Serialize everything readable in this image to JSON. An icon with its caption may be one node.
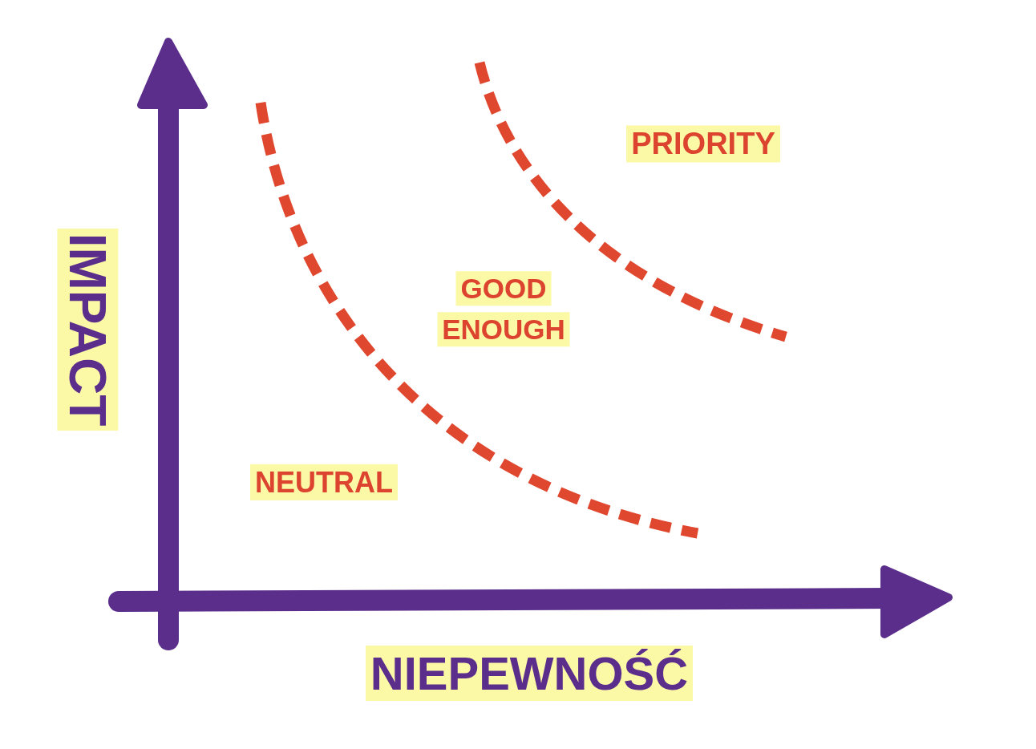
{
  "diagram": {
    "labels": [
      "PRIORITY",
      "IMPACT",
      "GOOD ENOUGH",
      "NEUTRAL",
      "NIEPEWNOŚĆ"
    ]
  }
}
